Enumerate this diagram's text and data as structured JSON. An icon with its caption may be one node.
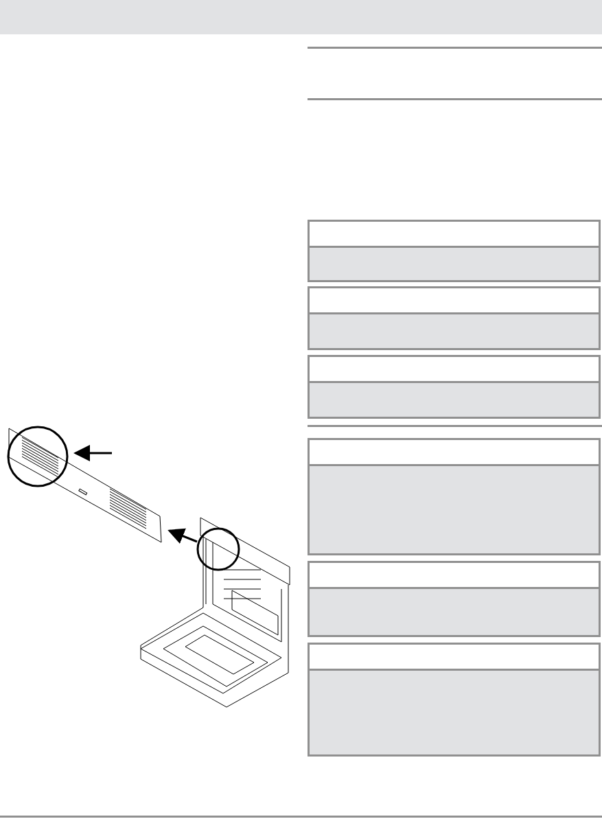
{
  "diagram": {
    "nodes": [
      {
        "text": [],
        "shape": "picture"
      },
      {
        "text": [],
        "shape": "circle",
        "in": 0
      },
      {
        "text": [],
        "shape": "picture"
      },
      {
        "text": [],
        "shape": "circle",
        "in": 2
      }
    ],
    "edges": [
      {
        "from": 3,
        "to": 0,
        "arrow": "to"
      },
      {
        "from": null,
        "to": 1,
        "arrow": "to"
      }
    ]
  }
}
